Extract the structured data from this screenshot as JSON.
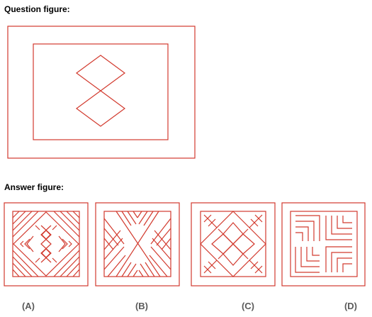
{
  "question": {
    "heading": "Question figure:"
  },
  "answer": {
    "heading": "Answer figure:",
    "options": [
      {
        "label": "(A)"
      },
      {
        "label": "(B)"
      },
      {
        "label": "(C)"
      },
      {
        "label": "(D)"
      }
    ]
  },
  "colors": {
    "stroke": "#d23a2e",
    "heading_text": "#000000",
    "option_label_text": "#5a5a5a"
  }
}
